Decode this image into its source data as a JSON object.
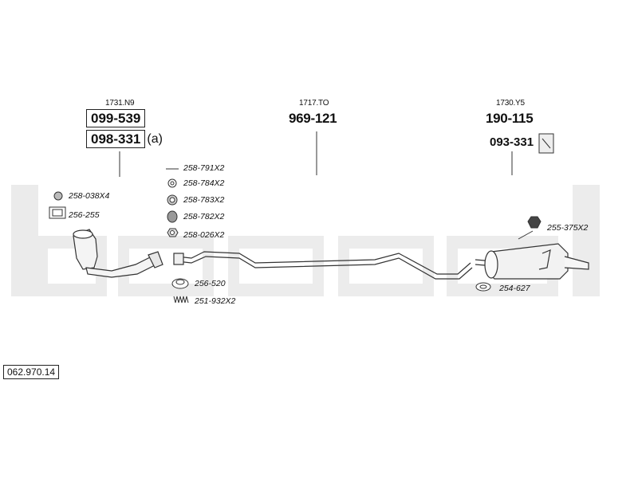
{
  "watermark": {
    "text": "bosal",
    "color": "#e9e9e9"
  },
  "groups": {
    "front": {
      "ref": "1731.N9",
      "codes": [
        "099-539",
        "098-331"
      ],
      "flag": "(a)"
    },
    "middle": {
      "ref": "1717.TO",
      "code": "969-121"
    },
    "rear": {
      "ref": "1730.Y5",
      "code": "190-115",
      "sub_code": "093-331"
    }
  },
  "parts": {
    "left": [
      "258-038X4",
      "256-255"
    ],
    "center": [
      "258-791X2",
      "258-784X2",
      "258-783X2",
      "258-782X2",
      "258-026X2"
    ],
    "center_low": [
      "256-520",
      "251-932X2"
    ],
    "rear": [
      "255-375X2",
      "254-627"
    ]
  },
  "footer": {
    "code": "062.970.14"
  },
  "colors": {
    "line": "#333333",
    "box_border": "#222222"
  }
}
